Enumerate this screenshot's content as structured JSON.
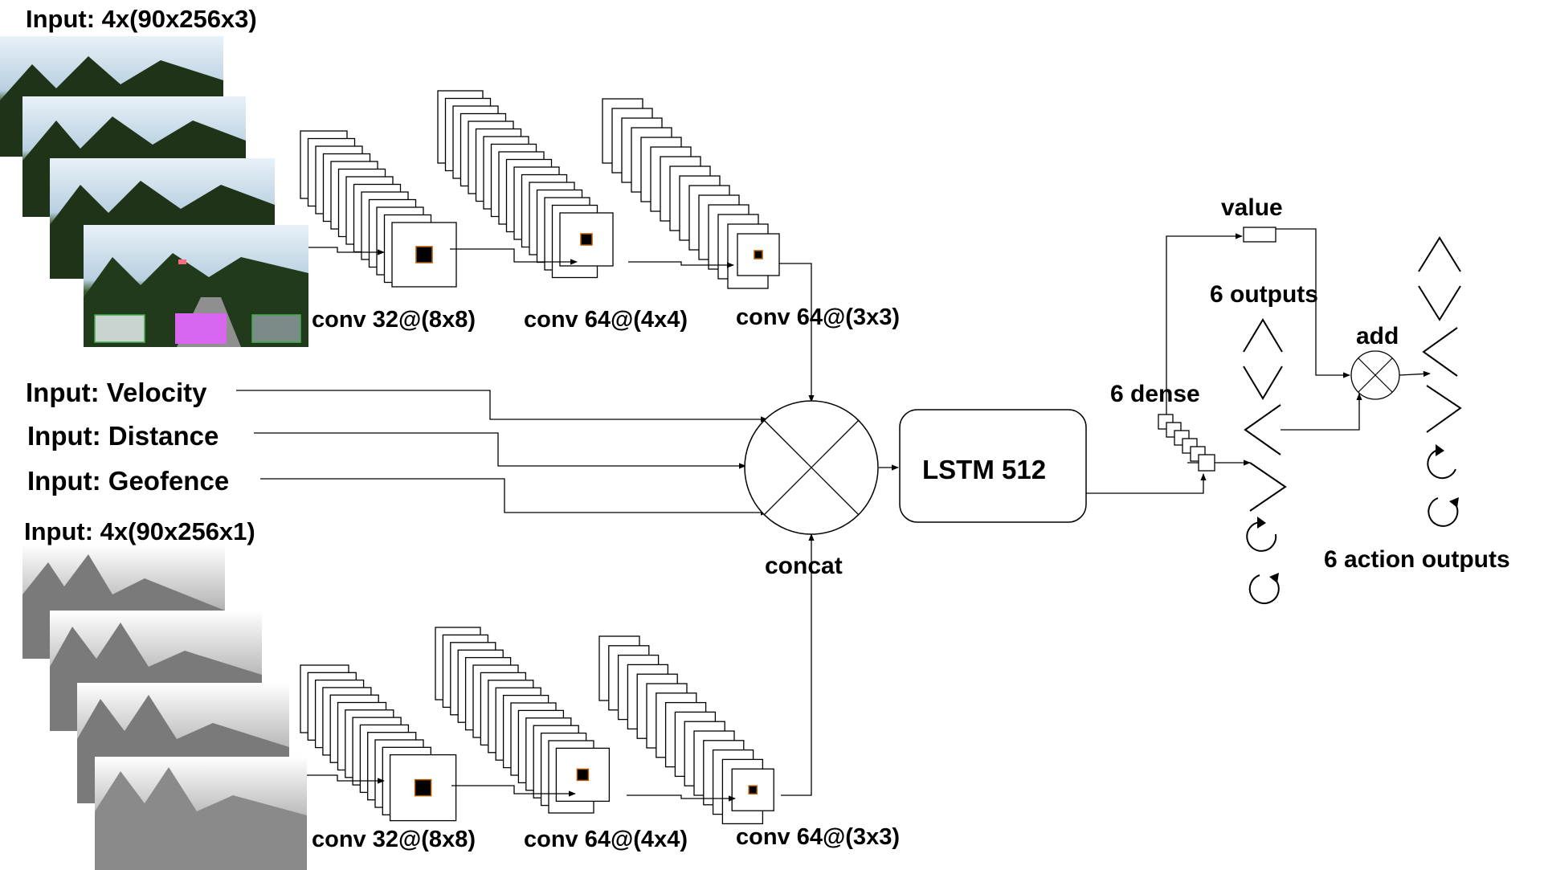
{
  "inputs": {
    "rgb_frames": "Input: 4x(90x256x3)",
    "velocity": "Input: Velocity",
    "distance": "Input: Distance",
    "geofence": "Input: Geofence",
    "depth_frames": "Input: 4x(90x256x1)"
  },
  "top_branch": {
    "conv1": "conv 32@(8x8)",
    "conv2": "conv 64@(4x4)",
    "conv3": "conv 64@(3x3)"
  },
  "bottom_branch": {
    "conv1": "conv 32@(8x8)",
    "conv2": "conv 64@(4x4)",
    "conv3": "conv 64@(3x3)"
  },
  "merge": {
    "concat": "concat"
  },
  "lstm": {
    "label": "LSTM 512"
  },
  "head": {
    "dense": "6 dense",
    "value": "value",
    "outputs": "6 outputs",
    "add": "add",
    "action_outputs": "6 action outputs"
  },
  "action_icons": [
    "up-chevron-icon",
    "down-chevron-icon",
    "left-chevron-icon",
    "right-chevron-icon",
    "rotate-cw-icon",
    "rotate-ccw-icon"
  ],
  "colors": {
    "line": "#000000",
    "background": "#ffffff",
    "filter_core": "#000000",
    "filter_core_edge": "#b35a00"
  }
}
